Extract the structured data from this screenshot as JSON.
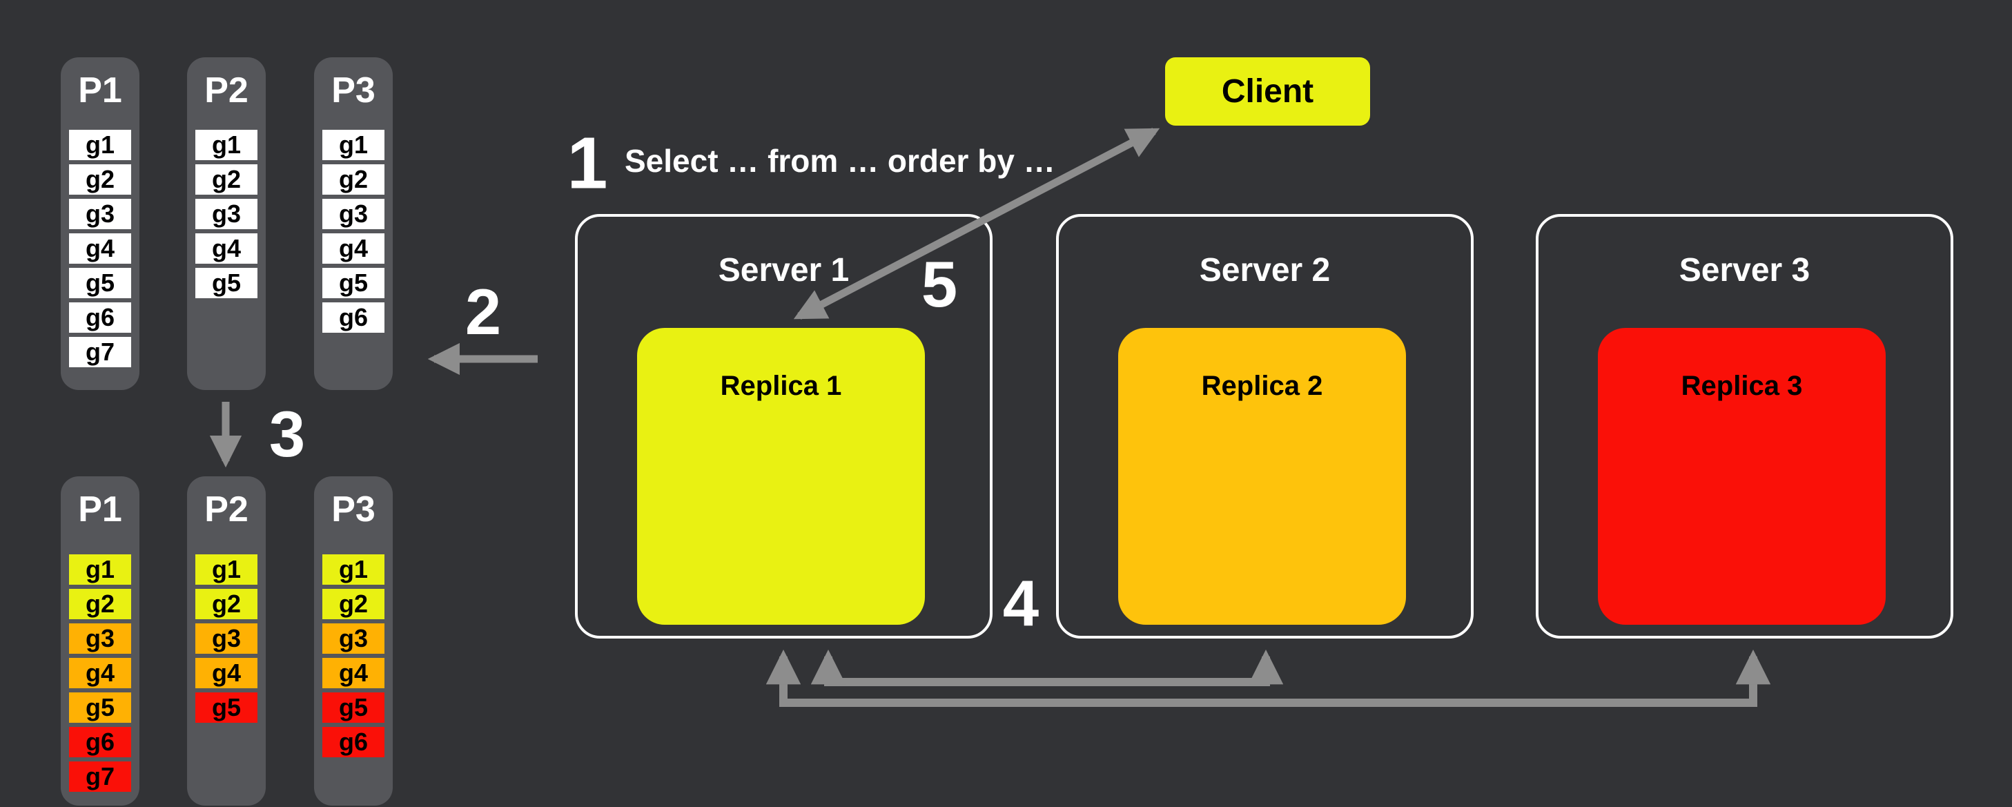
{
  "colors": {
    "background": "#323336",
    "panel": "#55565a",
    "arrow": "#8d8d8d",
    "white": "#ffffff",
    "yellow": "#e9f112",
    "orange": "#ffb103",
    "amber": "#fec30c",
    "red": "#fa1008",
    "text_light": "#ffffff",
    "text_dark": "#000000"
  },
  "steps": [
    {
      "number": "1",
      "note": "Select … from … order by …"
    },
    {
      "number": "2"
    },
    {
      "number": "3"
    },
    {
      "number": "4"
    },
    {
      "number": "5"
    }
  ],
  "client": {
    "label": "Client",
    "color_key": "yellow"
  },
  "servers": [
    {
      "label": "Server 1",
      "replica": {
        "label": "Replica 1",
        "color_key": "yellow"
      }
    },
    {
      "label": "Server 2",
      "replica": {
        "label": "Replica 2",
        "color_key": "amber"
      }
    },
    {
      "label": "Server 3",
      "replica": {
        "label": "Replica 3",
        "color_key": "red"
      }
    }
  ],
  "partition_groups": [
    {
      "id": "unsorted",
      "columns": [
        {
          "label": "P1",
          "cells": [
            {
              "label": "g1",
              "color_key": "white"
            },
            {
              "label": "g2",
              "color_key": "white"
            },
            {
              "label": "g3",
              "color_key": "white"
            },
            {
              "label": "g4",
              "color_key": "white"
            },
            {
              "label": "g5",
              "color_key": "white"
            },
            {
              "label": "g6",
              "color_key": "white"
            },
            {
              "label": "g7",
              "color_key": "white"
            }
          ]
        },
        {
          "label": "P2",
          "cells": [
            {
              "label": "g1",
              "color_key": "white"
            },
            {
              "label": "g2",
              "color_key": "white"
            },
            {
              "label": "g3",
              "color_key": "white"
            },
            {
              "label": "g4",
              "color_key": "white"
            },
            {
              "label": "g5",
              "color_key": "white"
            }
          ]
        },
        {
          "label": "P3",
          "cells": [
            {
              "label": "g1",
              "color_key": "white"
            },
            {
              "label": "g2",
              "color_key": "white"
            },
            {
              "label": "g3",
              "color_key": "white"
            },
            {
              "label": "g4",
              "color_key": "white"
            },
            {
              "label": "g5",
              "color_key": "white"
            },
            {
              "label": "g6",
              "color_key": "white"
            }
          ]
        }
      ]
    },
    {
      "id": "sorted",
      "columns": [
        {
          "label": "P1",
          "cells": [
            {
              "label": "g1",
              "color_key": "yellow"
            },
            {
              "label": "g2",
              "color_key": "yellow"
            },
            {
              "label": "g3",
              "color_key": "orange"
            },
            {
              "label": "g4",
              "color_key": "orange"
            },
            {
              "label": "g5",
              "color_key": "orange"
            },
            {
              "label": "g6",
              "color_key": "red"
            },
            {
              "label": "g7",
              "color_key": "red"
            }
          ]
        },
        {
          "label": "P2",
          "cells": [
            {
              "label": "g1",
              "color_key": "yellow"
            },
            {
              "label": "g2",
              "color_key": "yellow"
            },
            {
              "label": "g3",
              "color_key": "orange"
            },
            {
              "label": "g4",
              "color_key": "orange"
            },
            {
              "label": "g5",
              "color_key": "red"
            }
          ]
        },
        {
          "label": "P3",
          "cells": [
            {
              "label": "g1",
              "color_key": "yellow"
            },
            {
              "label": "g2",
              "color_key": "yellow"
            },
            {
              "label": "g3",
              "color_key": "orange"
            },
            {
              "label": "g4",
              "color_key": "orange"
            },
            {
              "label": "g5",
              "color_key": "red"
            },
            {
              "label": "g6",
              "color_key": "red"
            }
          ]
        }
      ]
    }
  ]
}
